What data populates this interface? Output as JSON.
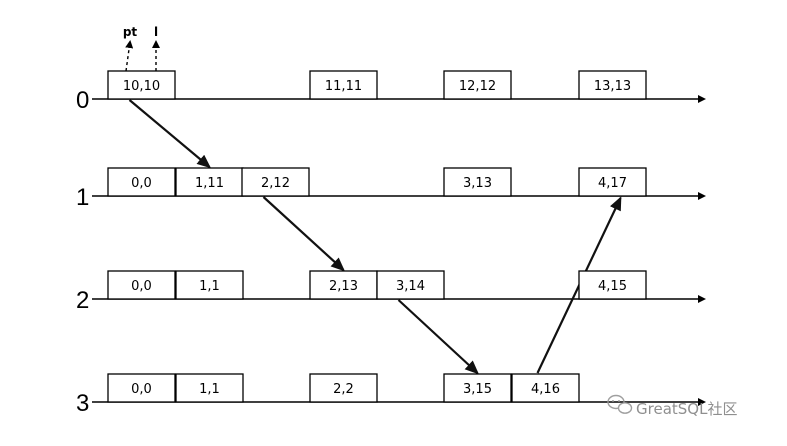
{
  "lines": [
    {
      "label": "0",
      "entries": [
        {
          "text": "10,10",
          "slot": 0
        },
        {
          "text": "11,11",
          "slot": 3
        },
        {
          "text": "12,12",
          "slot": 5
        },
        {
          "text": "13,13",
          "slot": 7
        }
      ]
    },
    {
      "label": "1",
      "entries": [
        {
          "text": "0,0",
          "slot": 0
        },
        {
          "text": "1,11",
          "slot": 1
        },
        {
          "text": "2,12",
          "slot": 2
        },
        {
          "text": "3,13",
          "slot": 5
        },
        {
          "text": "4,17",
          "slot": 7
        }
      ]
    },
    {
      "label": "2",
      "entries": [
        {
          "text": "0,0",
          "slot": 0
        },
        {
          "text": "1,1",
          "slot": 1
        },
        {
          "text": "2,13",
          "slot": 3
        },
        {
          "text": "3,14",
          "slot": 4
        },
        {
          "text": "4,15",
          "slot": 7
        }
      ]
    },
    {
      "label": "3",
      "entries": [
        {
          "text": "0,0",
          "slot": 0
        },
        {
          "text": "1,1",
          "slot": 1
        },
        {
          "text": "2,2",
          "slot": 3
        },
        {
          "text": "3,15",
          "slot": 5
        },
        {
          "text": "4,16",
          "slot": 6
        }
      ]
    }
  ],
  "pointers": [
    {
      "label": "pt",
      "line": 0,
      "slot": 0,
      "side": "left"
    },
    {
      "label": "l",
      "line": 0,
      "slot": 0,
      "side": "right"
    }
  ],
  "links": [
    {
      "from": {
        "line": 0,
        "slot": 0
      },
      "to": {
        "line": 1,
        "slot": 1
      }
    },
    {
      "from": {
        "line": 1,
        "slot": 2
      },
      "to": {
        "line": 2,
        "slot": 3
      }
    },
    {
      "from": {
        "line": 2,
        "slot": 4
      },
      "to": {
        "line": 3,
        "slot": 5
      }
    },
    {
      "from": {
        "line": 3,
        "slot": 6
      },
      "to": {
        "line": 1,
        "slot": 7
      }
    }
  ],
  "watermark": {
    "text": "GreatSQL社区",
    "icon": "wechat-icon"
  }
}
